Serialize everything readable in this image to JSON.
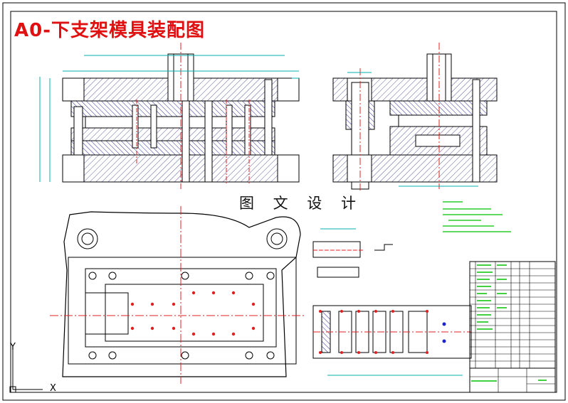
{
  "drawing": {
    "title": "A0-下支架模具装配图",
    "watermark": "图 文 设 计",
    "ucs": {
      "x_label": "X",
      "y_label": "Y"
    }
  },
  "colors": {
    "title": "#e01010",
    "outline": "#000000",
    "hatch": "#6060a0",
    "center_line": "#e02020",
    "dimension": "#00b0b0",
    "notes": "#00c000",
    "marker_red": "#e02020",
    "marker_blue": "#2020d0"
  },
  "icons": {
    "ucs": "ucs-axis-icon"
  }
}
